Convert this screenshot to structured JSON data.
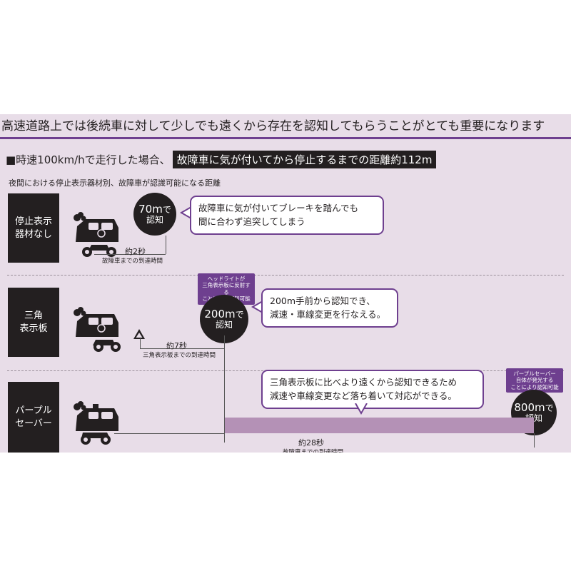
{
  "headline": "高速道路上では後続車に対して少しでも遠くから存在を認知してもらうことがとても重要になります",
  "subtitle": {
    "lead": "■時速100km/hで走行した場合、",
    "highlight": "故障車に気が付いてから停止するまでの距離約112m"
  },
  "caption": "夜間における停止表示器材別、故障車が認識可能になる距離",
  "rows": [
    {
      "label": "停止表示\n器材なし",
      "distance": "70m",
      "suffix": "で",
      "recognize": "認知",
      "bubble": "故障車に気が付いてブレーキを踏んでも\n間に合わず追突してしまう",
      "time": "約2秒",
      "time_note": "故障車までの到達時間"
    },
    {
      "label": "三角\n表示板",
      "tag": "ヘッドライトが\n三角表示板に反射する\nことにより認知可能",
      "distance": "200m",
      "suffix": "で",
      "recognize": "認知",
      "bubble": "200m手前から認知でき、\n減速・車線変更を行なえる。",
      "time": "約7秒",
      "time_note": "三角表示板までの到達時間"
    },
    {
      "label": "パープル\nセーバー",
      "tag": "パープルセーバー\n自体が発光する\nことにより認知可能",
      "distance": "800m",
      "suffix": "で",
      "recognize": "認知",
      "bubble": "三角表示板に比べより遠くから認知できるため\n減速や車線変更など落ち着いて対応ができる。",
      "time": "約28秒",
      "time_note": "故障車までの到達時間"
    }
  ],
  "colors": {
    "accent": "#6e3f8f",
    "panel": "#e8dde8",
    "bar": "#b491b6",
    "dark": "#231f20"
  }
}
